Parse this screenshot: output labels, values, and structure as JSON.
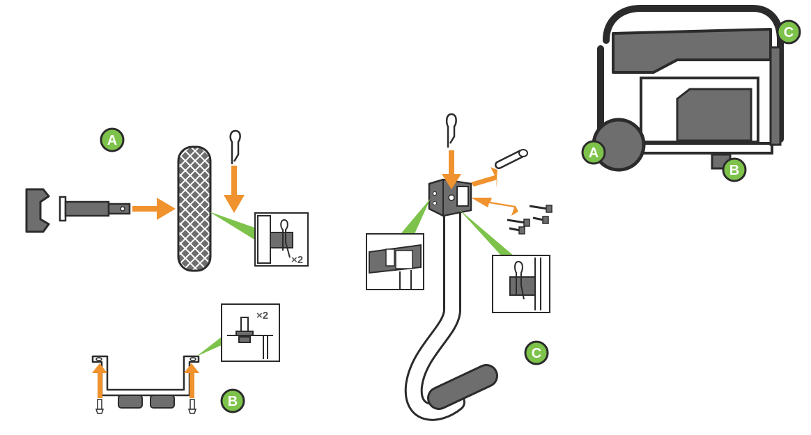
{
  "labels": {
    "wheel_step": "A",
    "foot_step": "B",
    "handle_step": "C",
    "overview_wheel": "A",
    "overview_foot": "B",
    "overview_handle": "C"
  },
  "quantities": {
    "wheel_pin": "×2",
    "foot_bolt": "×2"
  },
  "colors": {
    "arrow": "#f0922e",
    "callout": "#7dc24a",
    "label_fill": "#7dc24a",
    "part_dark": "#707070",
    "outline": "#2b2b2b"
  }
}
